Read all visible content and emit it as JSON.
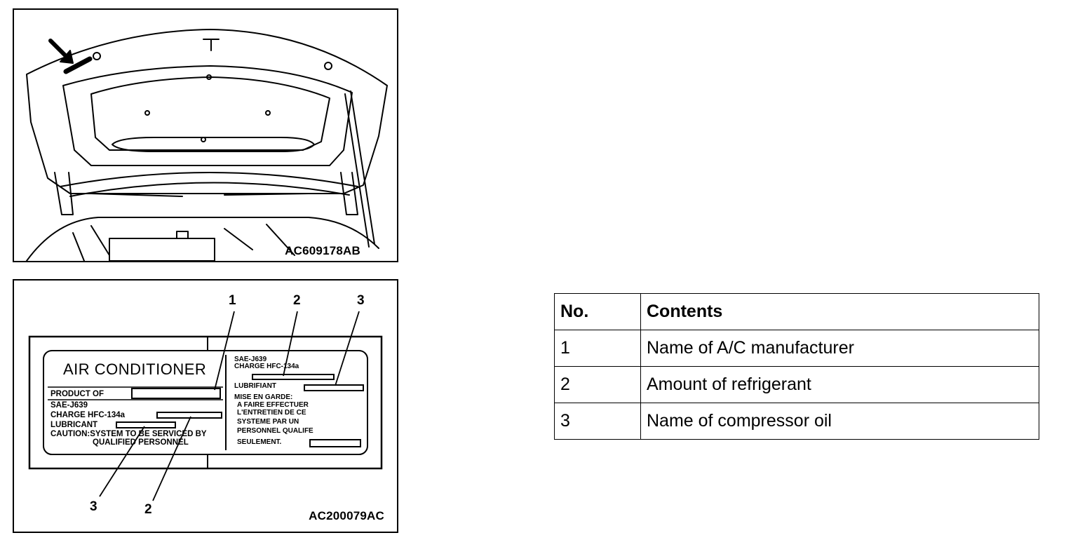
{
  "figures": {
    "hood": {
      "code": "AC609178AB"
    },
    "label": {
      "code": "AC200079AC",
      "callouts": [
        "1",
        "2",
        "3",
        "3",
        "2"
      ],
      "left_block": {
        "title": "AIR  CONDITIONER",
        "product_of": "PRODUCT   OF",
        "sae": "SAE-J639",
        "charge": "CHARGE   HFC-134a",
        "lubricant": "LUBRICANT",
        "caution_line1": "CAUTION:SYSTEM TO BE SERVICED BY",
        "caution_line2": "QUALIFIED PERSONNEL"
      },
      "right_block": {
        "sae": "SAE-J639",
        "charge": "CHARGE    HFC-134a",
        "lubrifiant": "LUBRIFIANT",
        "mise_line1": "MISE EN GARDE:",
        "mise_line2": "A FAIRE EFFECTUER",
        "mise_line3": "L'ENTRETIEN DE CE",
        "mise_line4": "SYSTEME PAR UN",
        "mise_line5": "PERSONNEL QUALIFE",
        "mise_line6": "SEULEMENT."
      }
    }
  },
  "table": {
    "headers": [
      "No.",
      "Contents"
    ],
    "rows": [
      [
        "1",
        "Name of A/C manufacturer"
      ],
      [
        "2",
        "Amount of refrigerant"
      ],
      [
        "3",
        "Name of compressor oil"
      ]
    ]
  }
}
